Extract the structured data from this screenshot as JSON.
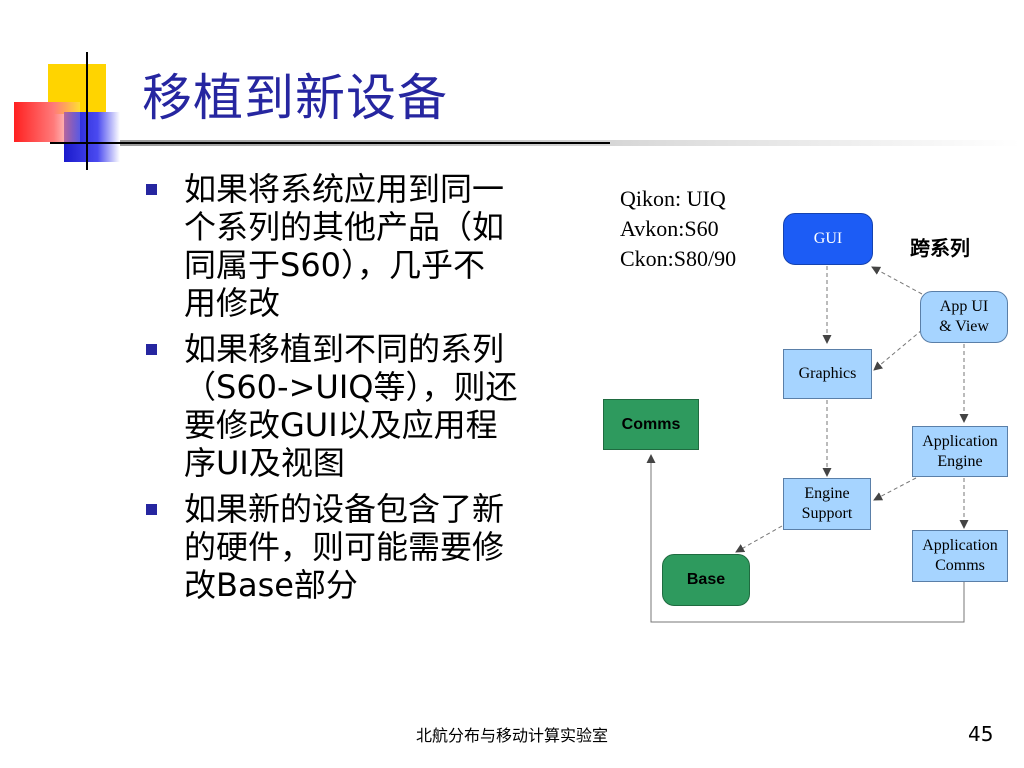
{
  "title": "移植到新设备",
  "bullets": [
    "如果将系统应用到同一\n个系列的其他产品（如\n同属于S60），几乎不\n用修改",
    "如果移植到不同的系列\n（S60->UIQ等），则还\n要修改GUI以及应用程\n序UI及视图",
    "如果新的设备包含了新\n的硬件，则可能需要修\n改Base部分"
  ],
  "diagram": {
    "legend": "Qikon: UIQ\nAvkon:S60\nCkon:S80/90",
    "cross_series_label": "跨系列",
    "nodes": {
      "gui": "GUI",
      "app_ui": "App UI\n& View",
      "graphics": "Graphics",
      "comms": "Comms",
      "app_engine": "Application\nEngine",
      "engine_support": "Engine\nSupport",
      "app_comms": "Application\nComms",
      "base": "Base"
    },
    "colors": {
      "gui": "#1c5cf5",
      "light_box": "#a6d4ff",
      "green_box": "#2e9a5e",
      "title": "#2626a0"
    }
  },
  "footer": {
    "lab": "北航分布与移动计算实验室",
    "page": "45"
  }
}
